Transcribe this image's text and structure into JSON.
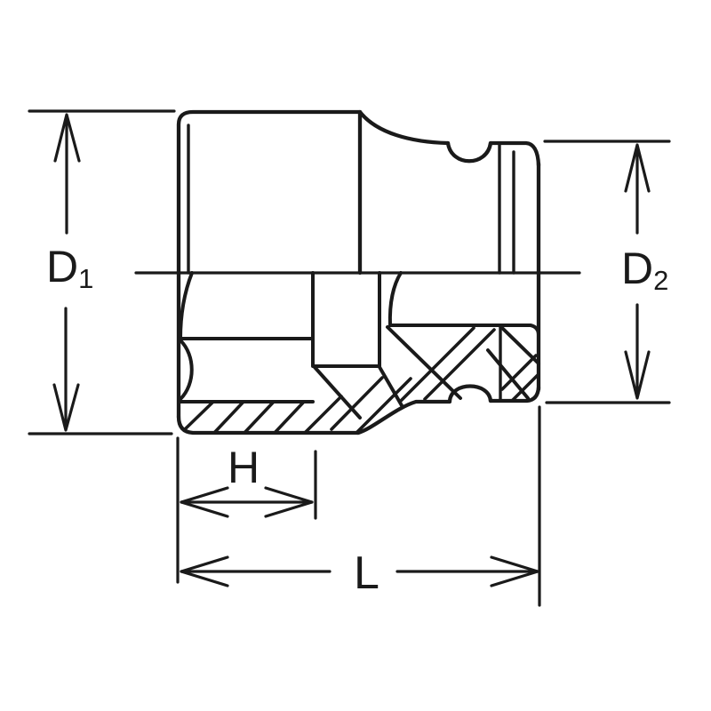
{
  "drawing": {
    "kind": "socket cross-section technical drawing",
    "labels": {
      "d1": {
        "letter": "D",
        "sub": "1"
      },
      "d2": {
        "letter": "D",
        "sub": "2"
      },
      "h": {
        "letter": "H"
      },
      "l": {
        "letter": "L"
      }
    },
    "colors": {
      "line": "#1a1a1a",
      "background": "#ffffff"
    }
  }
}
